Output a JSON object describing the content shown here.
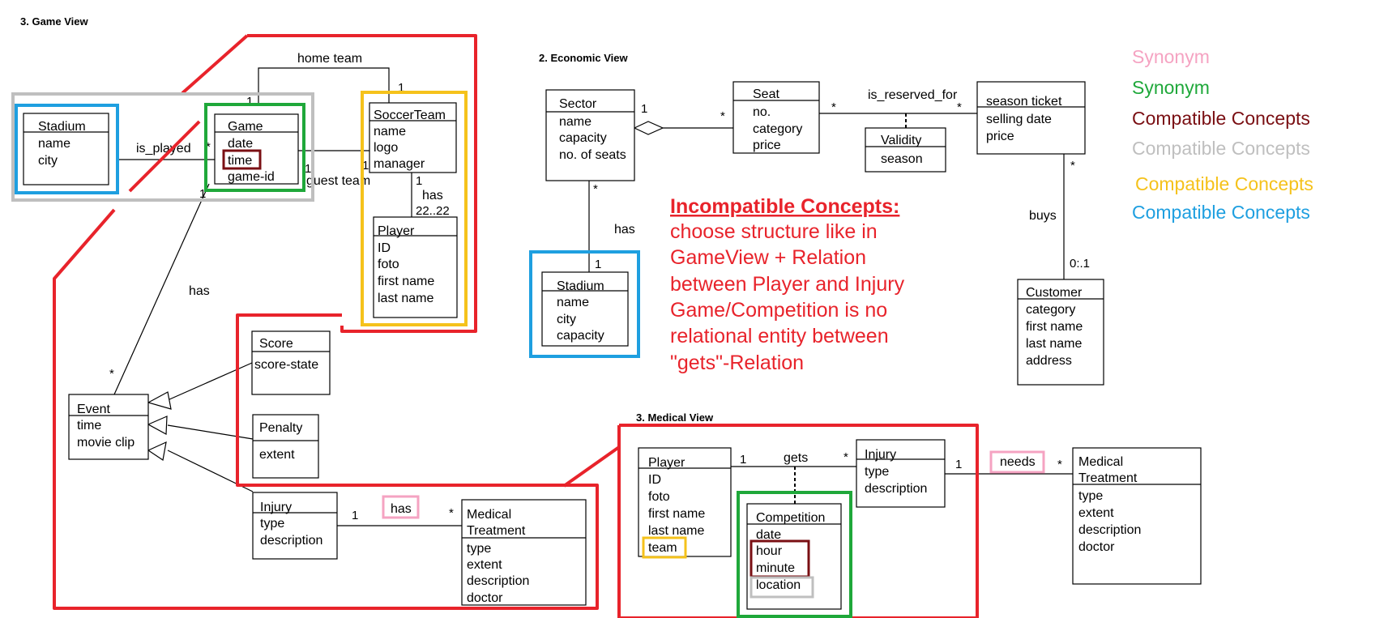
{
  "views": {
    "game": "3. Game View",
    "economic": "2. Economic View",
    "medical": "3. Medical View"
  },
  "classes": {
    "stadium_game": {
      "name": "Stadium",
      "attrs": [
        "name",
        "city"
      ]
    },
    "game": {
      "name": "Game",
      "attrs": [
        "date",
        "time",
        "game-id"
      ]
    },
    "soccerteam": {
      "name": "SoccerTeam",
      "attrs": [
        "name",
        "logo",
        "manager"
      ]
    },
    "player_game": {
      "name": "Player",
      "attrs": [
        "ID",
        "foto",
        "first name",
        "last name"
      ]
    },
    "score": {
      "name": "Score",
      "attrs": [
        "score-state"
      ]
    },
    "penalty": {
      "name": "Penalty",
      "attrs": [
        "extent"
      ]
    },
    "event": {
      "name": "Event",
      "attrs": [
        "time",
        "movie clip"
      ]
    },
    "injury_game": {
      "name": "Injury",
      "attrs": [
        "type",
        "description"
      ]
    },
    "medtreat_game": {
      "name": "Medical\nTreatment",
      "name_lines": [
        "Medical",
        "Treatment"
      ],
      "attrs": [
        "type",
        "extent",
        "description",
        "doctor"
      ]
    },
    "sector": {
      "name": "Sector",
      "attrs": [
        "name",
        "capacity",
        "no. of seats"
      ]
    },
    "seat": {
      "name": "Seat",
      "attrs": [
        "no.",
        "category",
        "price"
      ]
    },
    "validity": {
      "name": "Validity",
      "attrs": [
        "season"
      ]
    },
    "season_ticket": {
      "name": "season ticket",
      "attrs": [
        "selling date",
        "price"
      ]
    },
    "stadium_econ": {
      "name": "Stadium",
      "attrs": [
        "name",
        "city",
        "capacity"
      ]
    },
    "customer": {
      "name": "Customer",
      "attrs": [
        "category",
        "first name",
        "last name",
        "address"
      ]
    },
    "player_med": {
      "name": "Player",
      "attrs": [
        "ID",
        "foto",
        "first name",
        "last name",
        "team"
      ]
    },
    "injury_med": {
      "name": "Injury",
      "attrs": [
        "type",
        "description"
      ]
    },
    "competition": {
      "name": "Competition",
      "attrs": [
        "date",
        "hour",
        "minute",
        "location"
      ]
    },
    "medtreat_med": {
      "name_lines": [
        "Medical",
        "Treatment"
      ],
      "attrs": [
        "type",
        "extent",
        "description",
        "doctor"
      ]
    }
  },
  "relations": {
    "home_team": "home team",
    "is_played": "is_played",
    "guest_team": "guest team",
    "has_players": "has",
    "has_events": "has",
    "has_treatment": "has",
    "has_sector": "has",
    "is_reserved_for": "is_reserved_for",
    "buys": "buys",
    "gets": "gets",
    "needs": "needs"
  },
  "multiplicities": {
    "home_team_game": "1",
    "home_team_team": "1",
    "is_played_game": "*",
    "guest_team_game": "1",
    "guest_team_team": "1",
    "players_team": "1",
    "players_player": "22..22",
    "events_game": "1",
    "events_event": "*",
    "treat_injury": "1",
    "treat_medical": "*",
    "sector_seat_sector": "1",
    "sector_seat_seat": "*",
    "seat_ticket_seat": "*",
    "seat_ticket_ticket": "*",
    "sector_stadium_sector": "*",
    "sector_stadium_stadium": "1",
    "ticket_customer_ticket": "*",
    "ticket_customer_customer": "0:.1",
    "gets_player": "1",
    "gets_injury": "*",
    "needs_injury": "1",
    "needs_medical": "*"
  },
  "legend": [
    {
      "label": "Synonym",
      "color": "#f5a3c2"
    },
    {
      "label": "Synonym",
      "color": "#1fa83a"
    },
    {
      "label": "Compatible Concepts",
      "color": "#7a0f13"
    },
    {
      "label": "Compatible Concepts",
      "color": "#bfbfbf"
    },
    {
      "label": "Compatible Concepts",
      "color": "#f5c21b"
    },
    {
      "label": "Compatible Concepts",
      "color": "#1e9fe0"
    }
  ],
  "note": {
    "title": "Incompatible Concepts:",
    "lines": [
      "choose structure like in",
      "GameView + Relation",
      "between Player and Injury",
      "Game/Competition is no",
      "relational entity between",
      "\"gets\"-Relation"
    ],
    "color": "#e8232b"
  },
  "colors": {
    "red": "#e8232b",
    "blue": "#1e9fe0",
    "green": "#1fa83a",
    "grey": "#bfbfbf",
    "yellow": "#f5c21b",
    "darkred": "#7a0f13",
    "pink": "#f5a3c2"
  }
}
